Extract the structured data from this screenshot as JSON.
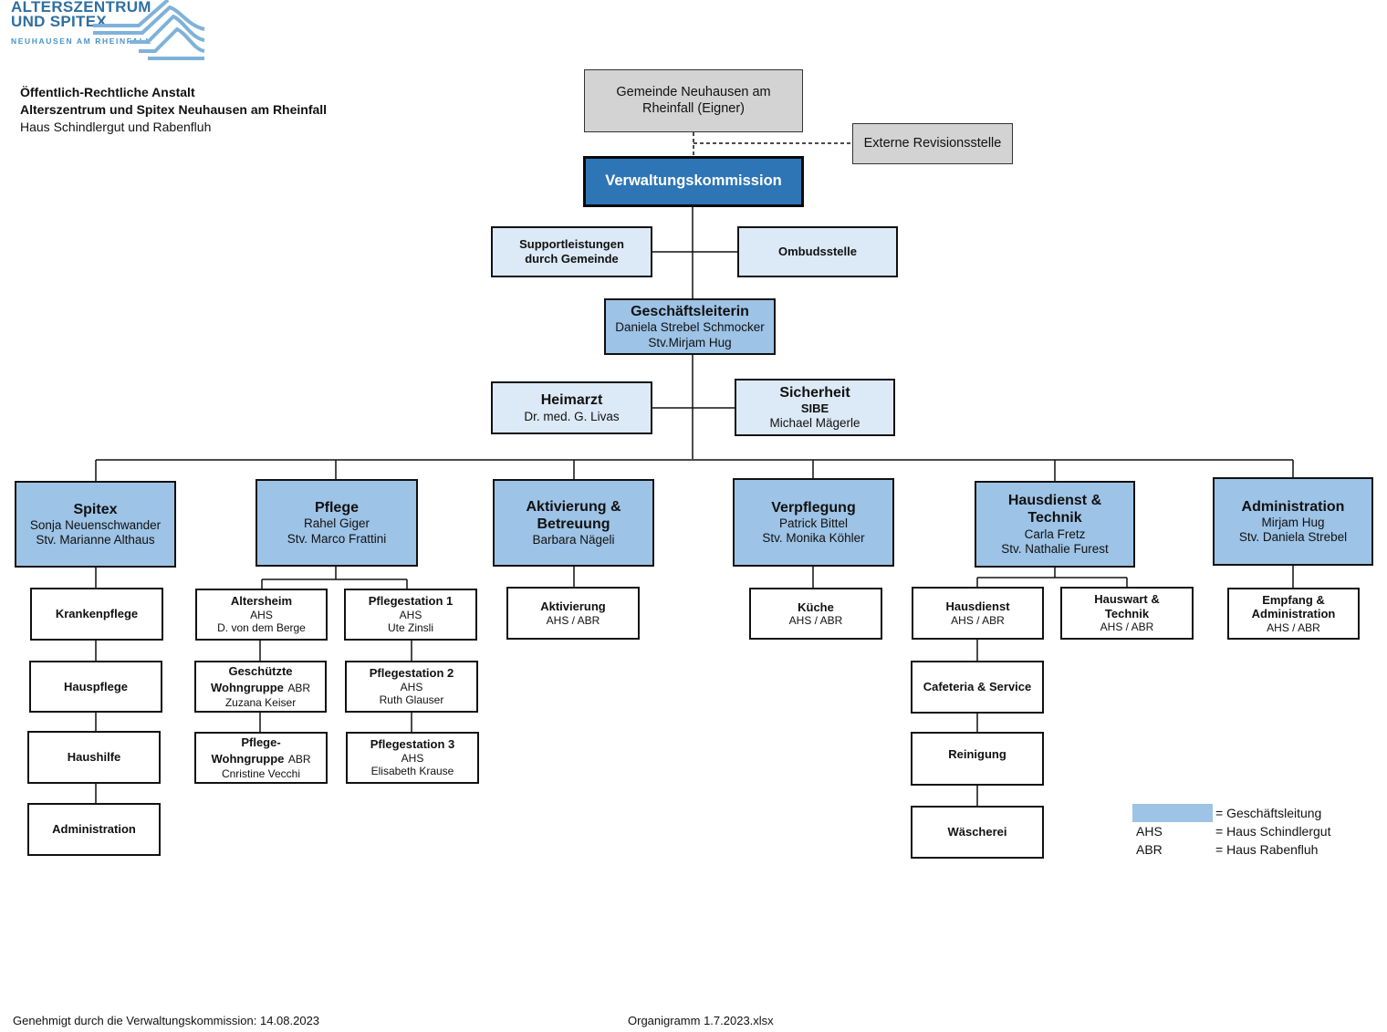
{
  "logo": {
    "line1": "ALTERSZENTRUM",
    "line2": "UND SPITEX",
    "line3": "NEUHAUSEN AM RHEINFALL"
  },
  "header": {
    "line1": "Öffentlich-Rechtliche Anstalt",
    "line2": "Alterszentrum und Spitex Neuhausen am Rheinfall",
    "line3": "Haus Schindlergut und Rabenfluh"
  },
  "top": {
    "gemeinde": "Gemeinde Neuhausen am Rheinfall (Eigner)",
    "revision": "Externe Revisionsstelle",
    "verwaltung": "Verwaltungskommission",
    "support": "Supportleistungen durch Gemeinde",
    "ombuds": "Ombudsstelle"
  },
  "gl": {
    "title": "Geschäftsleiterin",
    "name": "Daniela Strebel Schmocker",
    "deputy": "Stv.Mirjam Hug"
  },
  "heimarzt": {
    "title": "Heimarzt",
    "name": "Dr. med. G. Livas"
  },
  "sicherheit": {
    "title": "Sicherheit",
    "sub": "SIBE",
    "name": "Michael Mägerle"
  },
  "departments": {
    "spitex": {
      "title": "Spitex",
      "name": "Sonja Neuenschwander",
      "deputy": "Stv. Marianne Althaus"
    },
    "pflege": {
      "title": "Pflege",
      "name": "Rahel Giger",
      "deputy": "Stv. Marco Frattini"
    },
    "aktivierung": {
      "title": "Aktivierung & Betreuung",
      "name": "Barbara Nägeli"
    },
    "verpflegung": {
      "title": "Verpflegung",
      "name": "Patrick Bittel",
      "deputy": "Stv. Monika Köhler"
    },
    "hausdienst": {
      "title": "Hausdienst & Technik",
      "name": "Carla Fretz",
      "deputy": "Stv. Nathalie Furest"
    },
    "administration": {
      "title": "Administration",
      "name": "Mirjam Hug",
      "deputy": "Stv. Daniela Strebel"
    }
  },
  "units": {
    "krankenpflege": "Krankenpflege",
    "hauspflege": "Hauspflege",
    "haushilfe": "Haushilfe",
    "administration": "Administration",
    "altersheim": {
      "title": "Altersheim",
      "loc": "AHS",
      "name": "D. von dem Berge"
    },
    "gw": {
      "title1": "Geschützte",
      "title2": "Wohngruppe",
      "loc": "ABR",
      "name": "Zuzana Keiser"
    },
    "pw": {
      "title1": "Pflege-",
      "title2": "Wohngruppe",
      "loc": "ABR",
      "name": "Cnristine Vecchi"
    },
    "ps1": {
      "title": "Pflegestation 1",
      "loc": "AHS",
      "name": "Ute Zinsli"
    },
    "ps2": {
      "title": "Pflegestation 2",
      "loc": "AHS",
      "name": "Ruth Glauser"
    },
    "ps3": {
      "title": "Pflegestation 3",
      "loc": "AHS",
      "name": "Elisabeth Krause"
    },
    "aktivierung": {
      "title": "Aktivierung",
      "loc": "AHS / ABR"
    },
    "kueche": {
      "title": "Küche",
      "loc": "AHS / ABR"
    },
    "hausdienst": {
      "title": "Hausdienst",
      "loc": "AHS / ABR"
    },
    "hauswart": {
      "title": "Hauswart & Technik",
      "loc": "AHS / ABR"
    },
    "cafeteria": "Cafeteria & Service",
    "reinigung": "Reinigung",
    "waescherei": "Wäscherei",
    "empfang": {
      "title": "Empfang & Administration",
      "loc": "AHS / ABR"
    }
  },
  "legend": {
    "gl": "= Geschäftsleitung",
    "ahs_key": "AHS",
    "ahs": "= Haus Schindlergut",
    "abr_key": "ABR",
    "abr": "= Haus Rabenfluh",
    "swatch_color": "#9dc3e6"
  },
  "footer": {
    "left": "Genehmigt durch die Verwaltungskommission: 14.08.2023",
    "center": "Organigramm 1.7.2023.xlsx"
  }
}
